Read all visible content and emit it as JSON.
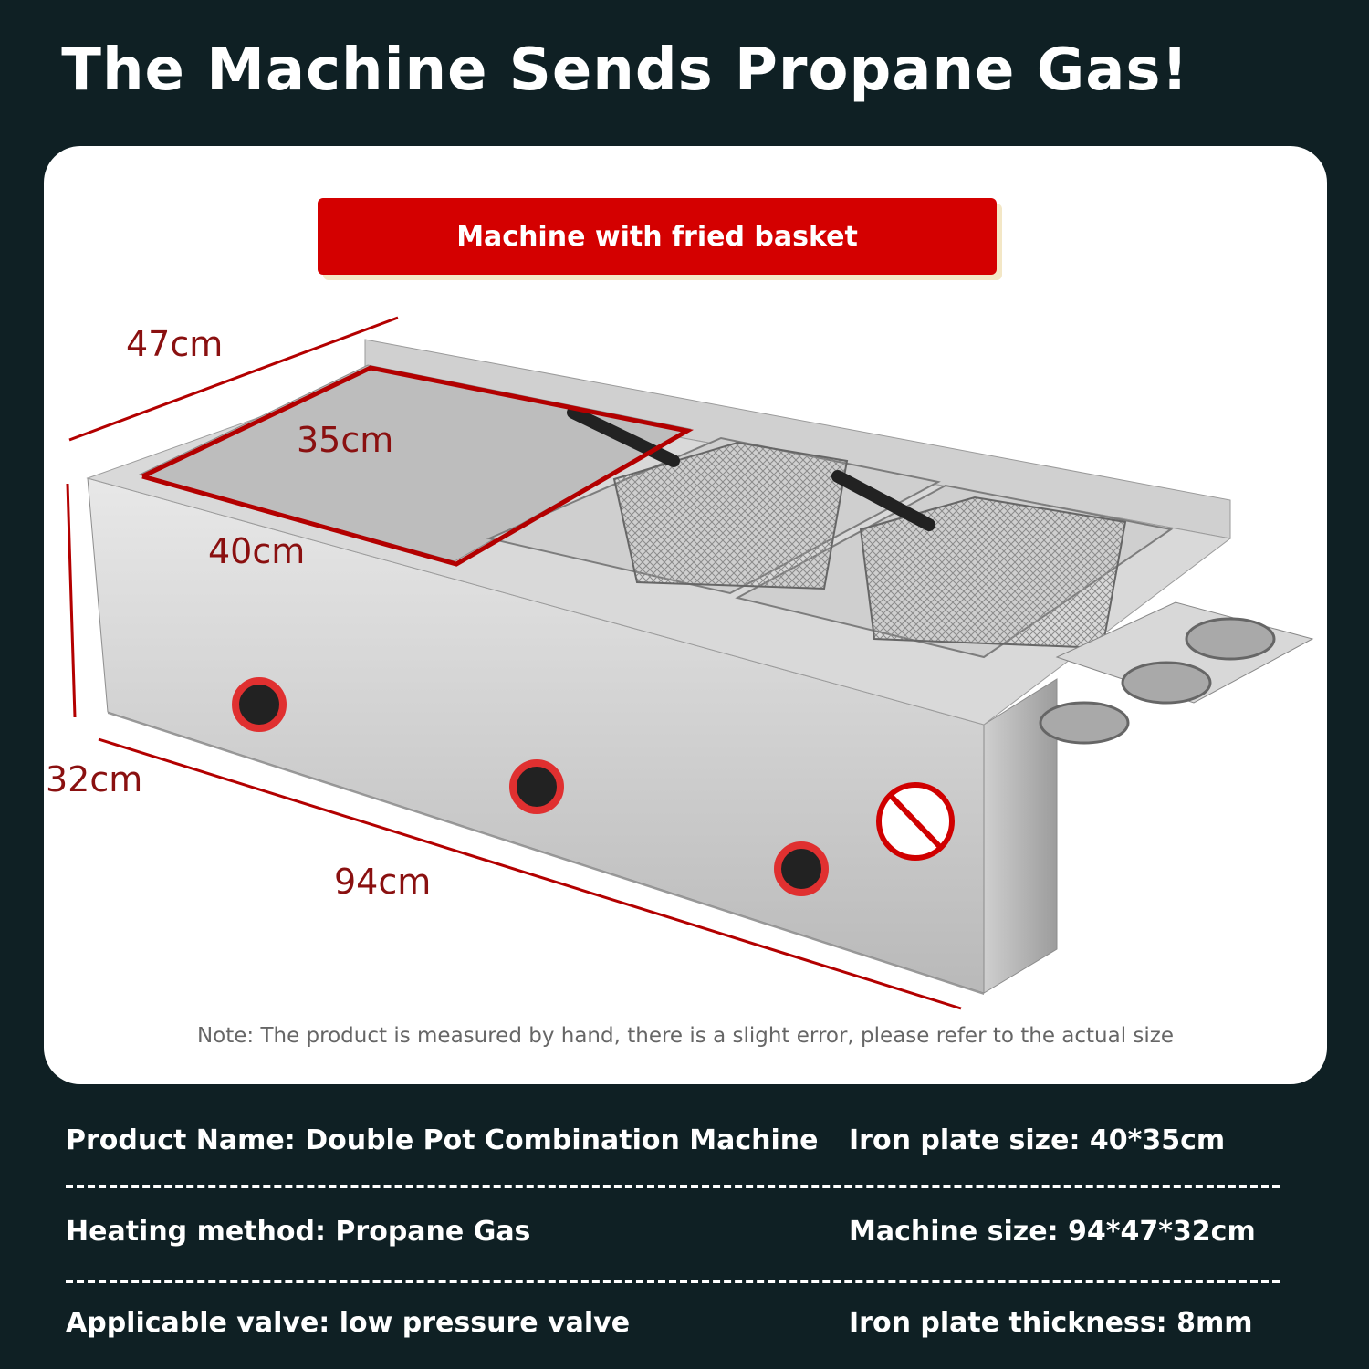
{
  "title": "The Machine Sends Propane Gas!",
  "badge": "Machine with fried basket",
  "dimensions": {
    "depth": "47cm",
    "plate_depth": "35cm",
    "plate_width": "40cm",
    "height": "32cm",
    "length": "94cm"
  },
  "note": "Note: The product is measured by hand, there is a slight error, please refer to the actual size",
  "specs": [
    {
      "left": "Product Name: Double Pot Combination Machine",
      "right": "Iron plate size: 40*35cm"
    },
    {
      "left": "Heating method: Propane Gas",
      "right": "Machine size: 94*47*32cm"
    },
    {
      "left": "Applicable valve: low pressure valve",
      "right": "Iron plate thickness: 8mm"
    }
  ],
  "colors": {
    "background": "#0f2024",
    "badge": "#d40000",
    "dimension_line": "#b30000",
    "knob": "#e03030"
  }
}
